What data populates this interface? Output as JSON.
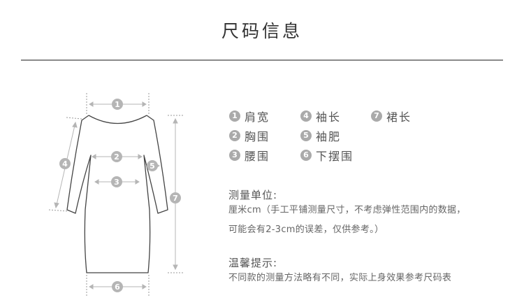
{
  "title": "尺码信息",
  "legend": [
    {
      "num": "1",
      "label": "肩宽"
    },
    {
      "num": "2",
      "label": "胸围"
    },
    {
      "num": "3",
      "label": "腰围"
    },
    {
      "num": "4",
      "label": "袖长"
    },
    {
      "num": "5",
      "label": "袖肥"
    },
    {
      "num": "6",
      "label": "下摆围"
    },
    {
      "num": "7",
      "label": "裙长"
    }
  ],
  "unit": {
    "title": "测量单位:",
    "line1": "厘米cm（手工平铺测量尺寸，不考虑弹性范围内的数据，",
    "line2": "可能会有2-3cm的误差，仅供参考。）"
  },
  "tip": {
    "title": "温馨提示:",
    "text": "不同款的测量方法略有不同，实际上身效果参考尺码表"
  },
  "colors": {
    "marker": "#b5b5b5",
    "outline": "#444444",
    "rule": "#8a8a8a"
  }
}
